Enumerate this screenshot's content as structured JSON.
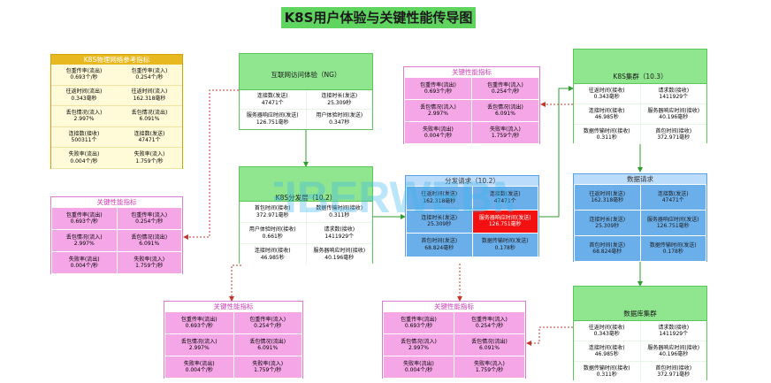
{
  "title": "K8S用户体验与关键性能传导图",
  "watermark": "FIBERWEBM",
  "ref_box": {
    "header": "K8S物理网络参考指标",
    "cells": [
      [
        "包重传率(流出)",
        "0.693个/秒"
      ],
      [
        "包重传率(流入)",
        "0.254个/秒"
      ],
      [
        "往返时间(流出)",
        "0.343毫秒"
      ],
      [
        "往返时间(流入)",
        "162.318毫秒"
      ],
      [
        "丢包情况(流入)",
        "2.997%"
      ],
      [
        "丢包情况(流出)",
        "6.091%"
      ],
      [
        "连接数(接收)",
        "500311个"
      ],
      [
        "连接数(发送)",
        "47471个"
      ],
      [
        "失败率(流出)",
        "0.004个/秒"
      ],
      [
        "失败率(流入)",
        "1.759个/秒"
      ]
    ]
  },
  "kpi_box": {
    "header": "关键性能指标",
    "cells": [
      [
        "包重传率(流出)",
        "0.693个/秒"
      ],
      [
        "包重传率(流入)",
        "0.254个/秒"
      ],
      [
        "丢包情况(流入)",
        "2.997%"
      ],
      [
        "丢包情况(流出)",
        "6.091%"
      ],
      [
        "失败率(流出)",
        "0.004个/秒"
      ],
      [
        "失败率(流入)",
        "1.759个/秒"
      ]
    ]
  },
  "internet_box": {
    "header": "互联网访问体验（NG）",
    "cells": [
      [
        "连接数(发送)",
        "47471个"
      ],
      [
        "连接时长(发送)",
        "25.309秒"
      ],
      [
        "服务器响应时间(发送)",
        "126.751毫秒"
      ],
      [
        "用户体验时间(发送)",
        "0.347秒"
      ]
    ]
  },
  "k8s_dist_box": {
    "header": "K8S分发层（10.2）",
    "cells": [
      [
        "首包时间(接收)",
        "372.971毫秒"
      ],
      [
        "数据传输时间(接收)",
        "0.311秒"
      ],
      [
        "用户体验时间(接收)",
        "0.661秒"
      ],
      [
        "请求数(接收)",
        "1411929个"
      ],
      [
        "连接时间(接收)",
        "46.985秒"
      ],
      [
        "服务器响应时间(接收)",
        "40.196毫秒"
      ]
    ]
  },
  "dist_req_box": {
    "header": "分发请求（10.2）",
    "cells": [
      [
        "往返时间(发送)",
        "162.318毫秒"
      ],
      [
        "连接数(发送)",
        "47471个"
      ],
      [
        "连接时长(发送)",
        "25.309秒"
      ],
      [
        "服务器响应时间(发送)",
        "126.751毫秒"
      ],
      [
        "首包时间(发送)",
        "68.824毫秒"
      ],
      [
        "数据传输时间(发送)",
        "0.178秒"
      ]
    ],
    "alert_color": "#f21010"
  },
  "k8s_cluster_box": {
    "header": "K8S集群（10.3）",
    "cells": [
      [
        "往返时间(接收)",
        "0.343毫秒"
      ],
      [
        "请求数(接收)",
        "1411929个"
      ],
      [
        "连接时间(接收)",
        "46.985秒"
      ],
      [
        "服务器响应时间(接收)",
        "40.196毫秒"
      ],
      [
        "数据传输时间(接收)",
        "0.311秒"
      ],
      [
        "首包时间(接收)",
        "372.971毫秒"
      ]
    ]
  },
  "data_req_box": {
    "header": "数据请求",
    "cells": [
      [
        "往返时间(发送)",
        "162.318毫秒"
      ],
      [
        "连接数(发送)",
        "47471个"
      ],
      [
        "连接时长(发送)",
        "25.309秒"
      ],
      [
        "服务器响应时间(发送)",
        "126.751毫秒"
      ],
      [
        "首包时间(发送)",
        "68.824毫秒"
      ],
      [
        "数据传输时间(发送)",
        "0.178秒"
      ]
    ]
  },
  "db_cluster_box": {
    "header": "数据库集群",
    "cells": [
      [
        "往返时间(接收)",
        "0.343毫秒"
      ],
      [
        "请求数(接收)",
        "1411929个"
      ],
      [
        "连接时间(接收)",
        "46.985秒"
      ],
      [
        "服务器响应时间(接收)",
        "40.196毫秒"
      ],
      [
        "数据传输时间(接收)",
        "0.311秒"
      ],
      [
        "首包时间(接收)",
        "372.971毫秒"
      ]
    ]
  }
}
